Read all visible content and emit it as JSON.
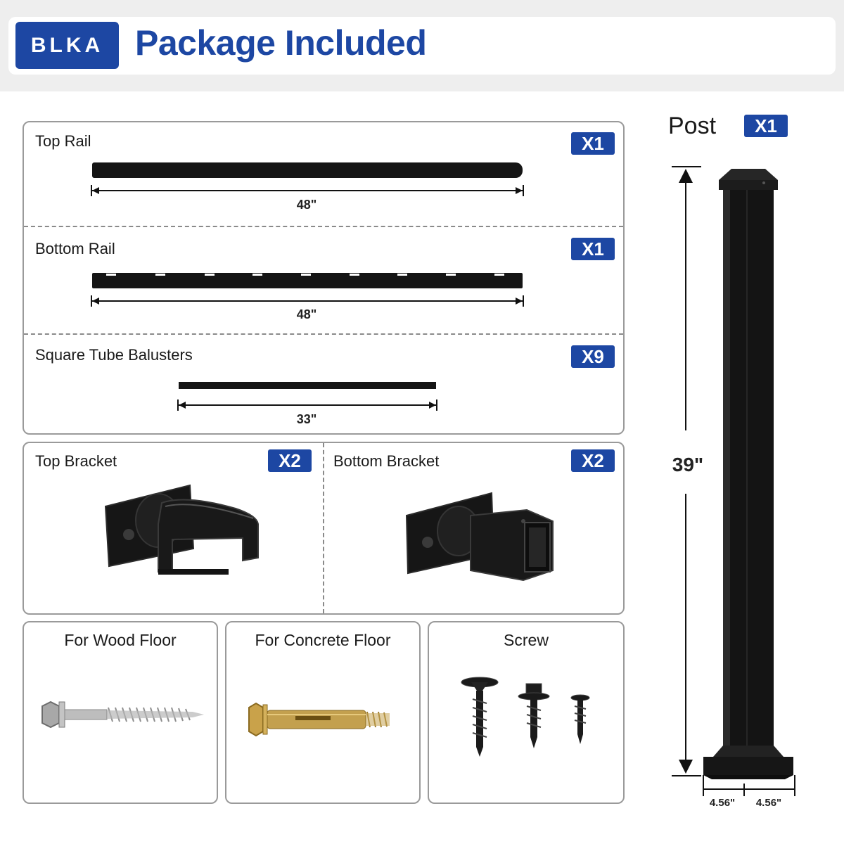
{
  "header": {
    "brand": "BLKA",
    "title": "Package Included"
  },
  "colors": {
    "accent": "#1d47a3",
    "part": "#151515",
    "border": "#9a9a9a"
  },
  "rails": {
    "top_rail": {
      "label": "Top Rail",
      "qty": "X1",
      "length": "48\""
    },
    "bottom_rail": {
      "label": "Bottom Rail",
      "qty": "X1",
      "length": "48\""
    },
    "balusters": {
      "label": "Square Tube Balusters",
      "qty": "X9",
      "length": "33\""
    }
  },
  "brackets": {
    "top": {
      "label": "Top Bracket",
      "qty": "X2"
    },
    "bottom": {
      "label": "Bottom Bracket",
      "qty": "X2"
    }
  },
  "hardware": {
    "wood": {
      "label": "For Wood Floor",
      "icon": "lag-bolt-icon"
    },
    "concrete": {
      "label": "For Concrete Floor",
      "icon": "expansion-anchor-icon"
    },
    "screw": {
      "label": "Screw",
      "icon": "screws-icon"
    }
  },
  "post": {
    "label": "Post",
    "qty": "X1",
    "height": "39\"",
    "base_width": "4.56\"",
    "base_depth": "4.56\""
  }
}
